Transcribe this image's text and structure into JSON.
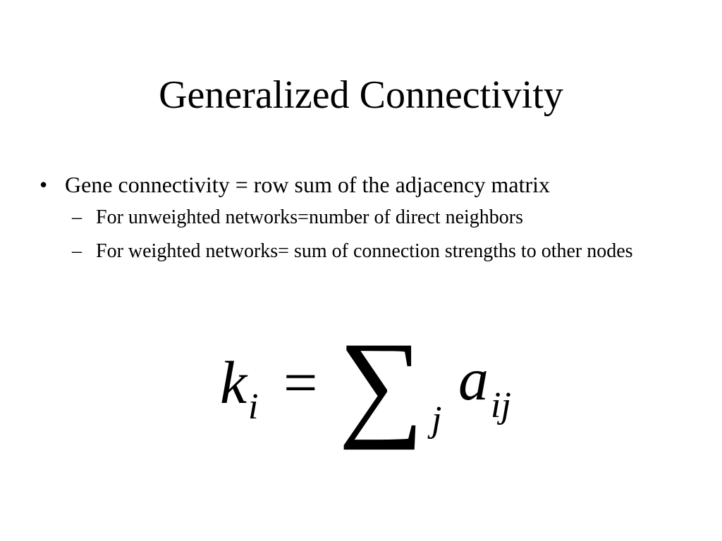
{
  "slide": {
    "title": "Generalized Connectivity",
    "bullets": [
      {
        "marker": "•",
        "text": "Gene connectivity = row sum of the adjacency matrix",
        "sub_bullets": [
          {
            "marker": "–",
            "text": "For unweighted networks=number of direct neighbors"
          },
          {
            "marker": "–",
            "text": "For weighted networks= sum of connection strengths to other nodes"
          }
        ]
      }
    ],
    "formula": {
      "lhs_symbol": "k",
      "lhs_subscript": "i",
      "equals": "=",
      "sum_symbol": "∑",
      "sum_subscript": "j",
      "rhs_symbol": "a",
      "rhs_subscript": "ij"
    }
  }
}
